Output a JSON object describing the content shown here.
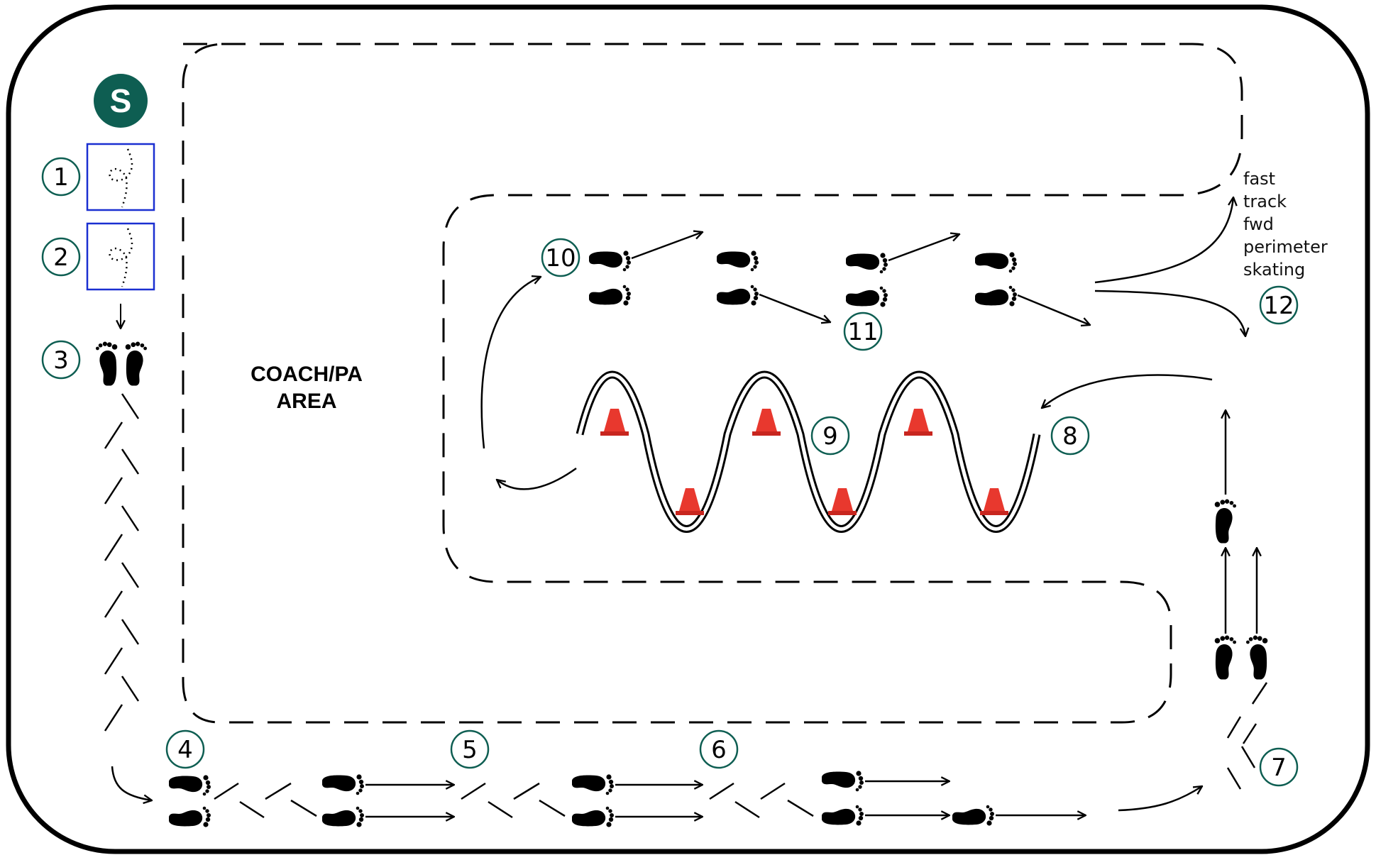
{
  "start_marker": {
    "letter": "S",
    "color": "#0e5e52"
  },
  "step_circle_color": "#0e5e52",
  "steps": [
    "1",
    "2",
    "3",
    "4",
    "5",
    "6",
    "7",
    "8",
    "9",
    "10",
    "11",
    "12"
  ],
  "area_label": {
    "line1": "COACH/PA",
    "line2": "AREA"
  },
  "note_lines": [
    "fast",
    "track",
    "fwd",
    "perimeter",
    "skating"
  ],
  "icons": {
    "footprint": "footprint-icon",
    "cone": "cone-icon",
    "turn_pattern": "turn-pattern-icon"
  },
  "colors": {
    "cone": "#e8382e",
    "box_border": "#1a2fd1",
    "line": "#000000"
  }
}
